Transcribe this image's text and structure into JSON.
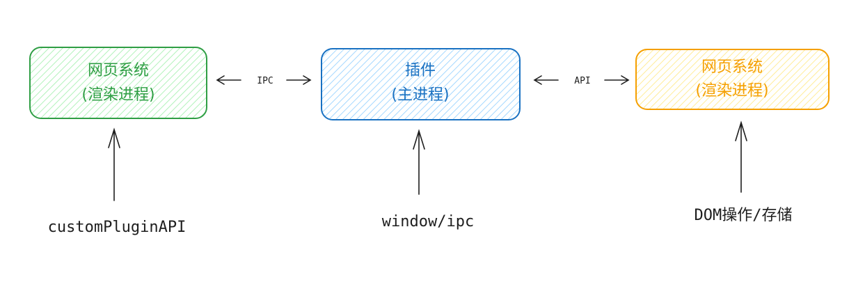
{
  "colors": {
    "green": "#2f9e44",
    "green_fill": "#b2f2bb",
    "blue": "#1971c2",
    "blue_fill": "#a5d8ff",
    "orange": "#f59f00",
    "orange_fill": "#ffec99",
    "ink": "#1e1e1e"
  },
  "nodes": {
    "renderer_left": {
      "line1": "网页系统",
      "line2": "(渲染进程)"
    },
    "main_plugin": {
      "line1": "插件",
      "line2": "(主进程)"
    },
    "renderer_right": {
      "line1": "网页系统",
      "line2": "(渲染进程)"
    }
  },
  "edges": {
    "left_link": "IPC",
    "right_link": "API"
  },
  "sources": {
    "left": "customPluginAPI",
    "center": "window/ipc",
    "right": "DOM操作/存储"
  }
}
